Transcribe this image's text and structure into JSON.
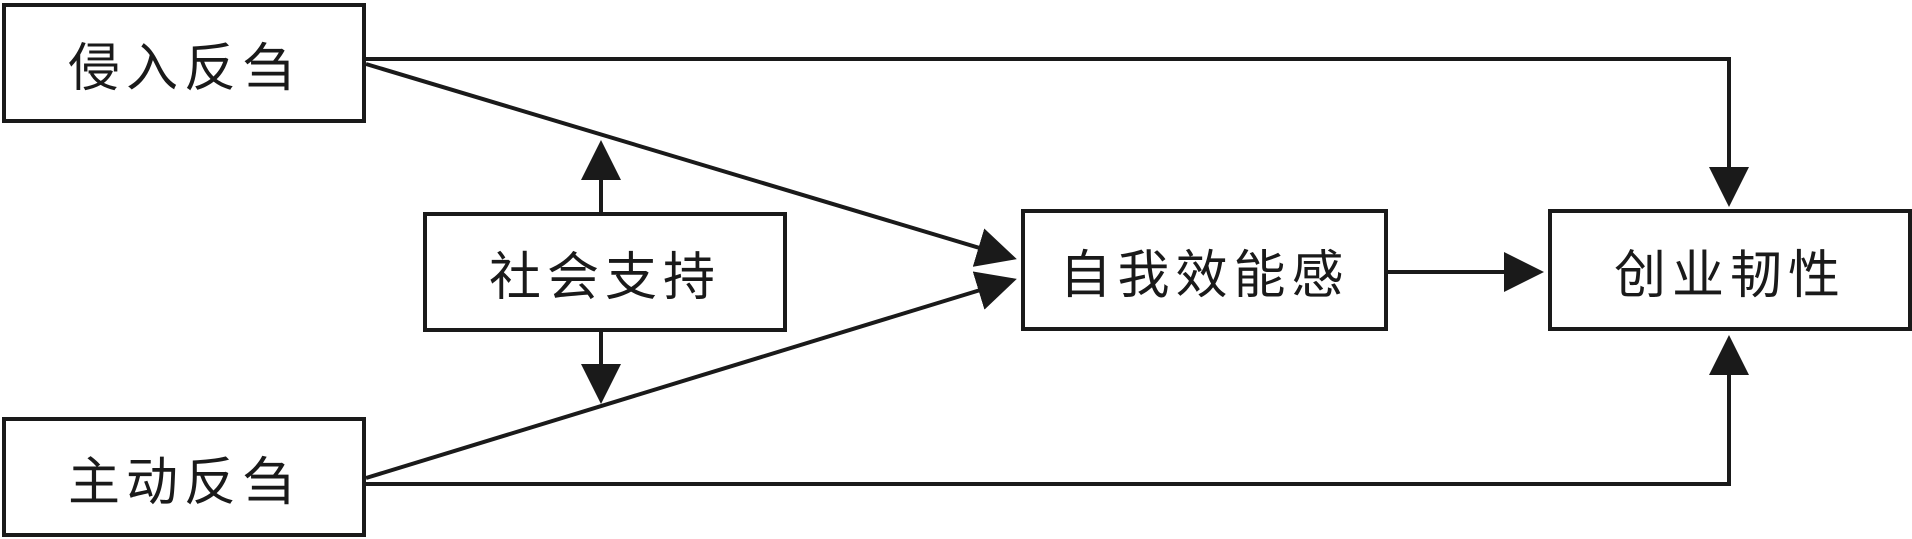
{
  "nodes": {
    "intrusive_rumination": "侵入反刍",
    "proactive_rumination": "主动反刍",
    "social_support": "社会支持",
    "self_efficacy": "自我效能感",
    "entrepreneurial_resilience": "创业韧性"
  },
  "colors": {
    "line": "#1a1a1a",
    "background": "#ffffff"
  }
}
